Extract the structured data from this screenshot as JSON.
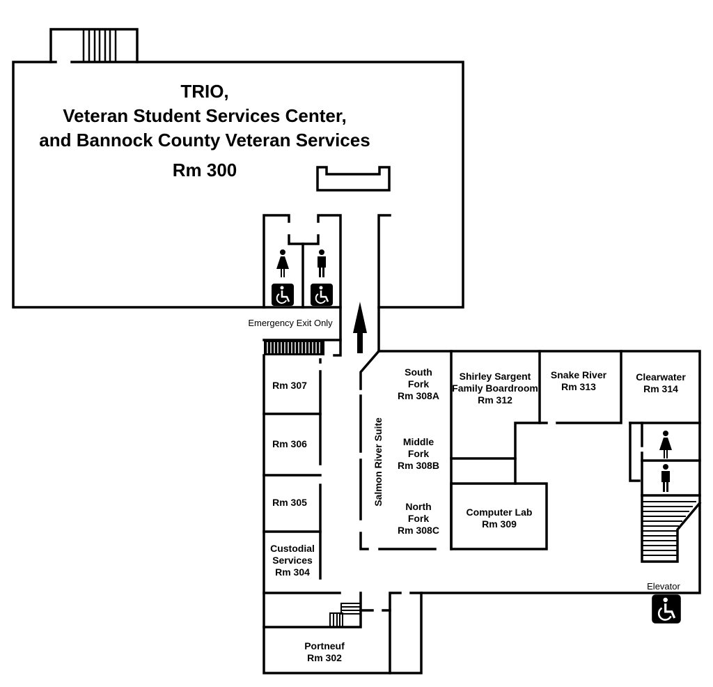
{
  "main_room": {
    "line1": "TRIO,",
    "line2": "Veteran Student Services Center,",
    "line3": "and Bannock County Veteran Services",
    "line4": "Rm 300"
  },
  "labels": {
    "emergency_exit": "Emergency Exit Only",
    "elevator": "Elevator",
    "suite": "Salmon River Suite"
  },
  "rooms": {
    "r307": "Rm 307",
    "r306": "Rm 306",
    "r305": "Rm 305",
    "r304": [
      "Custodial",
      "Services",
      "Rm 304"
    ],
    "r302": [
      "Portneuf",
      "Rm 302"
    ],
    "r308a": [
      "South",
      "Fork",
      "Rm 308A"
    ],
    "r308b": [
      "Middle",
      "Fork",
      "Rm 308B"
    ],
    "r308c": [
      "North",
      "Fork",
      "Rm 308C"
    ],
    "r312": [
      "Shirley Sargent",
      "Family Boardroom",
      "Rm 312"
    ],
    "r313": [
      "Snake River",
      "Rm 313"
    ],
    "r314": [
      "Clearwater",
      "Rm 314"
    ],
    "r309": [
      "Computer Lab",
      "Rm 309"
    ]
  },
  "icons": [
    "womens-restroom-icon",
    "mens-restroom-icon",
    "wheelchair-accessible-icon",
    "stairs-icon",
    "direction-arrow-icon"
  ]
}
